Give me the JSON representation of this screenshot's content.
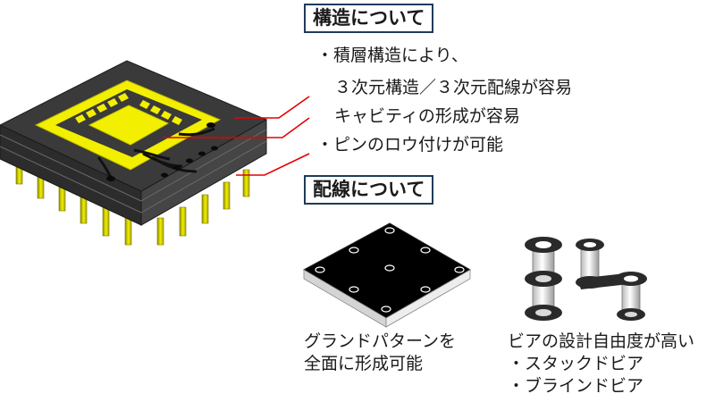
{
  "structure": {
    "heading": "構造について",
    "bullets": [
      "・積層構造により、",
      "３次元構造／３次元配線が容易",
      "キャビティの形成が容易",
      "・ピンのロウ付けが可能"
    ]
  },
  "wiring": {
    "heading": "配線について",
    "ground_caption": [
      "グランドパターンを",
      "全面に形成可能"
    ],
    "via_caption": [
      "ビアの設計自由度が高い",
      "・スタックドビア",
      "・ブラインドビア"
    ]
  },
  "colors": {
    "ceramic": "#3a3a3a",
    "gold": "#f2ef00",
    "leader_line": "#e60000",
    "heading_border": "#1f3b5c"
  }
}
